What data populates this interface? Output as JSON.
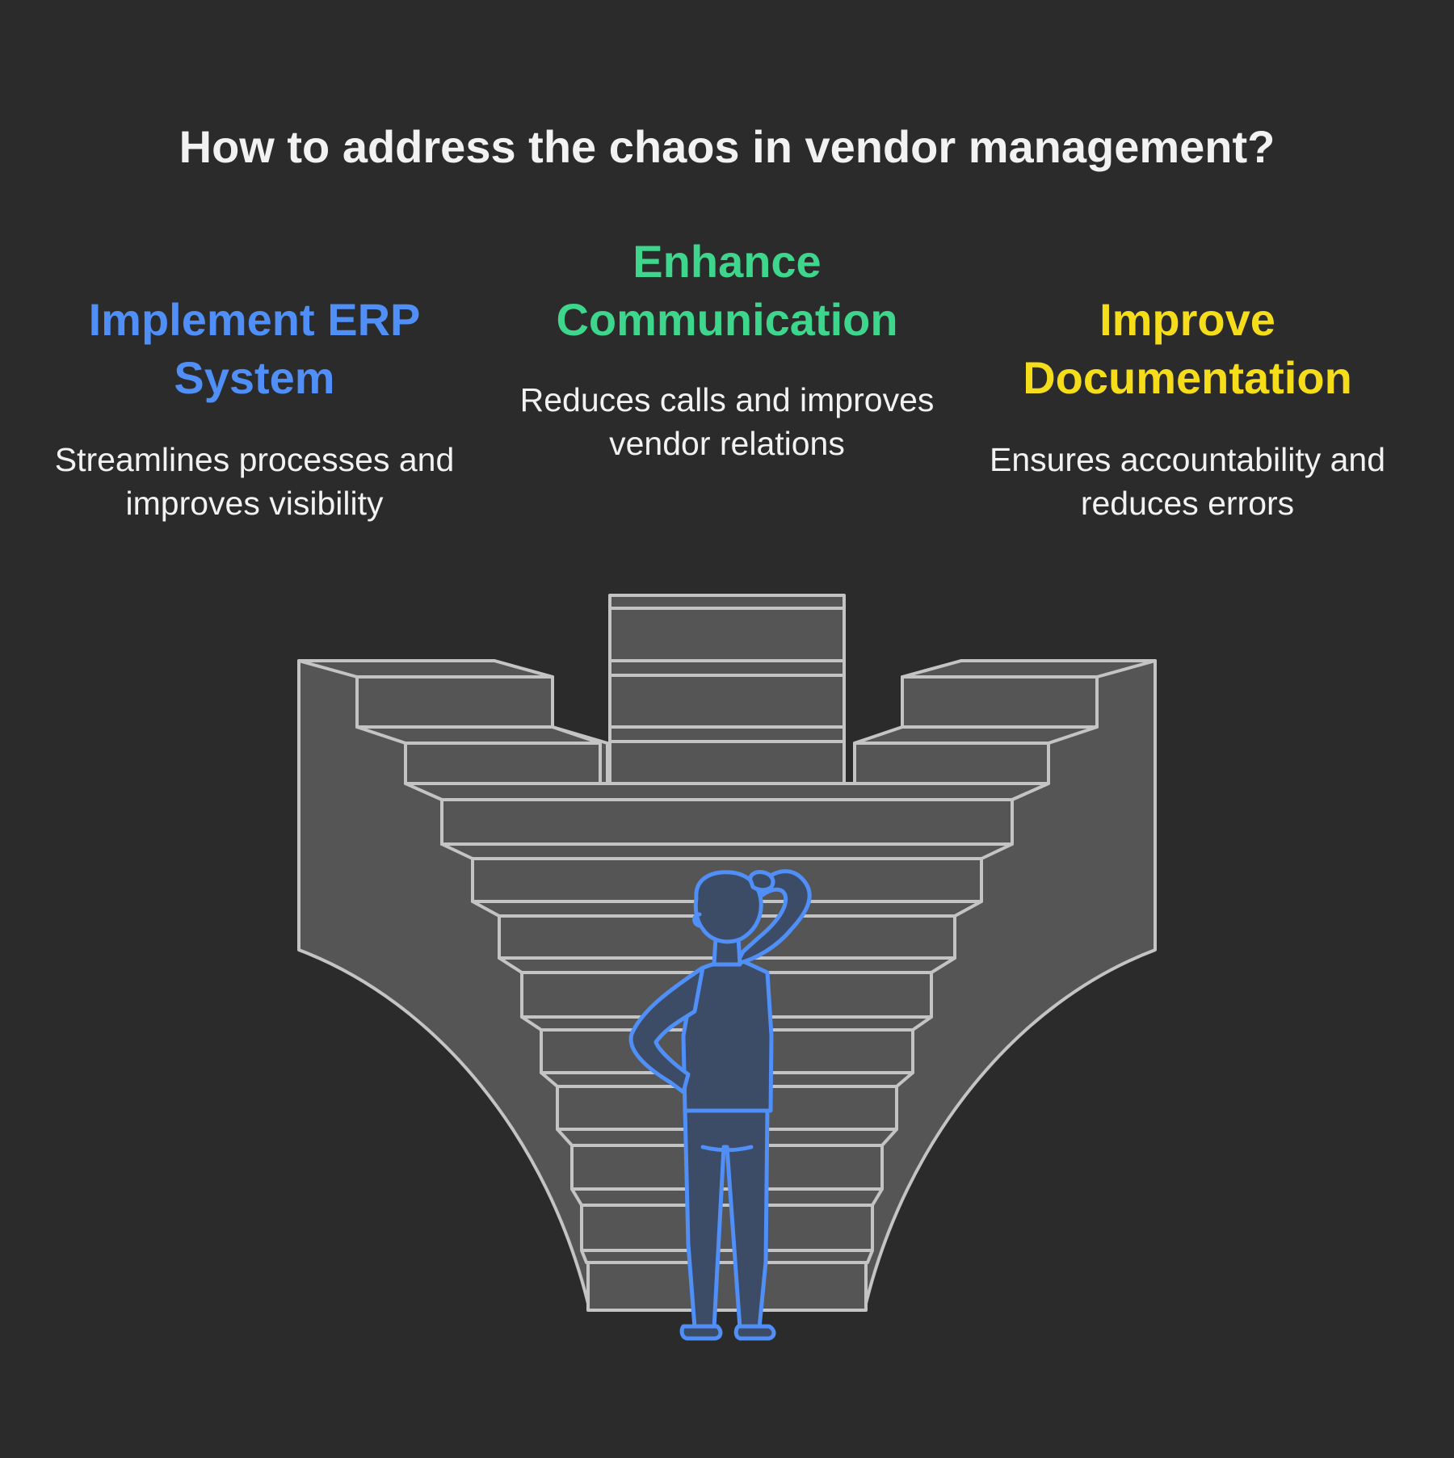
{
  "title": "How to address the chaos in vendor management?",
  "options": [
    {
      "heading": "Implement ERP System",
      "description": "Streamlines processes and improves visibility",
      "color": "#4f8ff7"
    },
    {
      "heading": "Enhance Communication",
      "description": "Reduces calls and improves vendor relations",
      "color": "#3dd68c"
    },
    {
      "heading": "Improve Documentation",
      "description": "Ensures accountability and reduces errors",
      "color": "#f5de19"
    }
  ],
  "illustration": {
    "subject": "person-scratching-head-icon",
    "structure": "three-way-staircase",
    "person_color": "#4f8ff7",
    "stair_color": "#555555"
  }
}
